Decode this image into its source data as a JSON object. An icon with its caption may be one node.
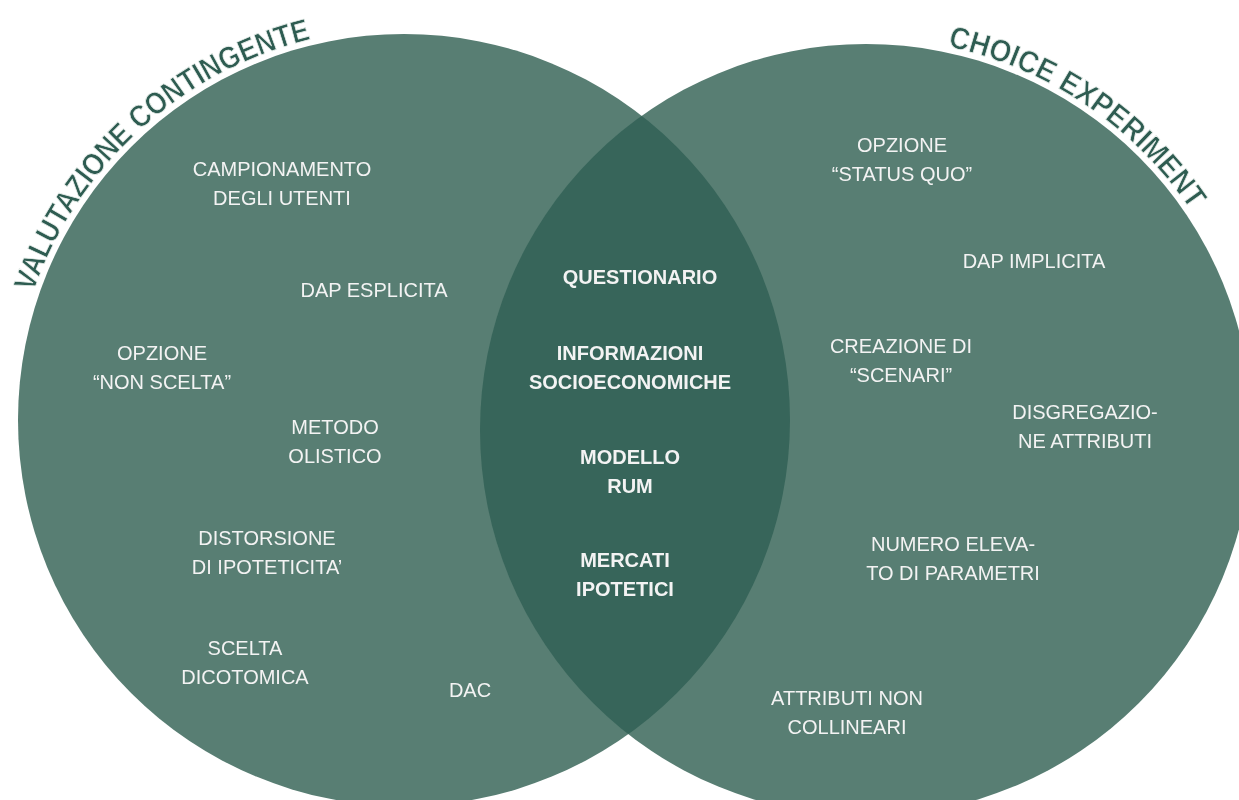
{
  "diagram": {
    "nodes": [
      {
        "text": [
          "VALUTAZIONE CONTINGENTE",
          "CAMPIONAMENTO DEGLI UTENTI",
          "DAP ESPLICITA",
          "OPZIONE “NON SCELTA”",
          "METODO OLISTICO",
          "DISTORSIONE DI IPOTETICITA’",
          "SCELTA DICOTOMICA",
          "DAC"
        ]
      },
      {
        "text": [
          "CHOICE EXPERIMENT",
          "OPZIONE “STATUS QUO”",
          "DAP IMPLICITA",
          "CREAZIONE DI “SCENARI”",
          "DISGREGAZIO- NE ATTRIBUTI",
          "NUMERO ELEVA- TO DI PARAMETRI",
          "ATTRIBUTI NON COLLINEARI"
        ]
      }
    ],
    "labels": [
      "QUESTIONARIO",
      "INFORMAZIONI SOCIOECONOMICHE",
      "MODELLO RUM",
      "MERCATI IPOTETICI"
    ]
  }
}
